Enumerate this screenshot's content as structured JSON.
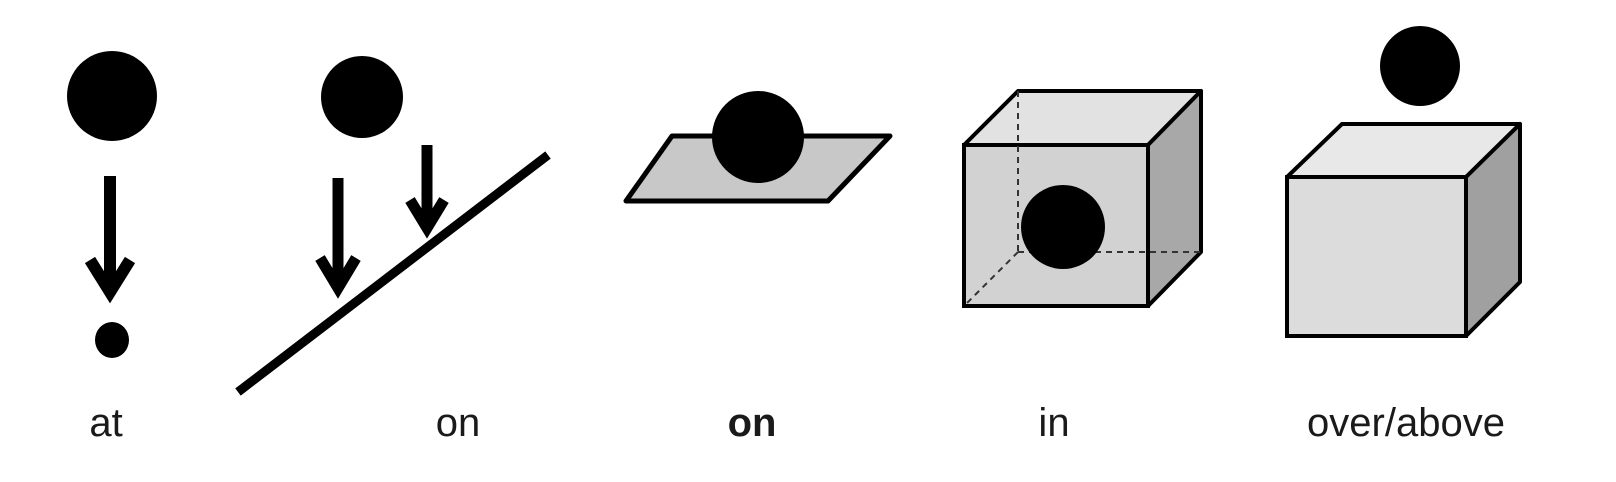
{
  "panels": [
    {
      "id": "at",
      "label": "at"
    },
    {
      "id": "on-line",
      "label": "on"
    },
    {
      "id": "on-surface",
      "label": "on"
    },
    {
      "id": "in",
      "label": "in"
    },
    {
      "id": "over-above",
      "label": "over/above"
    }
  ],
  "colors": {
    "ink": "#000000",
    "text": "#1a1a1a",
    "plane-fill": "#c8c8c8",
    "cube-front": "#d2d2d2",
    "cube-top": "#e2e2e2",
    "cube-side": "#a8a8a8",
    "cube-front-light": "#dcdcdc",
    "cube-top-light": "#e8e8e8",
    "cube-side-dark": "#a0a0a0"
  }
}
